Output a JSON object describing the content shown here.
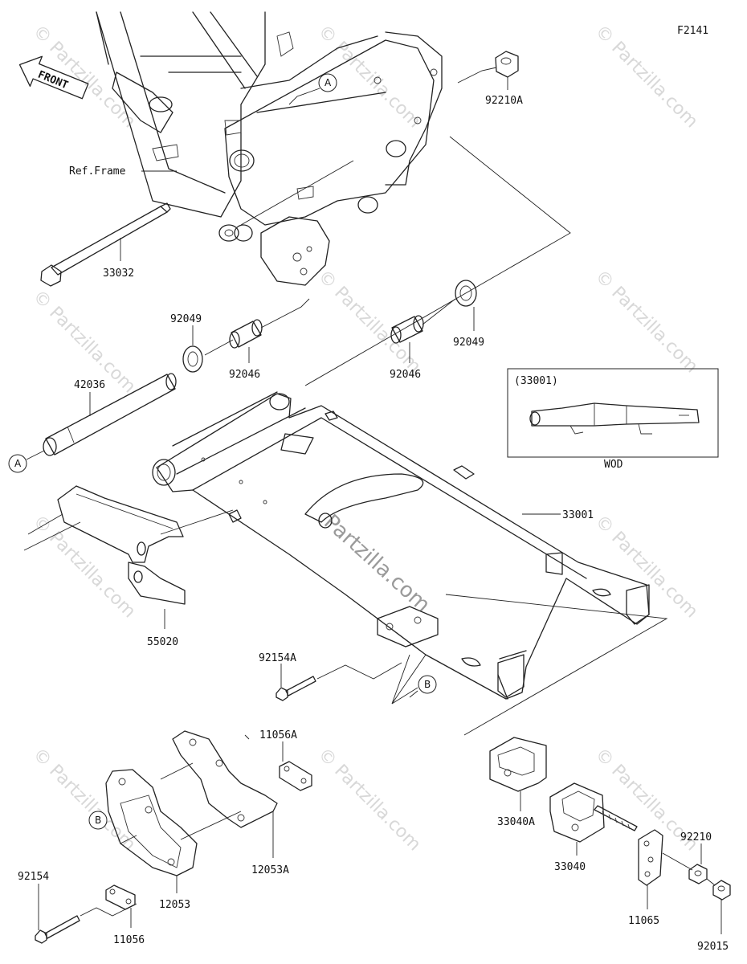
{
  "figure_id": "F2141",
  "front_label": "FRONT",
  "ref_label": "Ref.Frame",
  "inset": {
    "part": "(33001)",
    "caption": "WOD"
  },
  "ref_marks": {
    "a": "A",
    "b": "B"
  },
  "parts": {
    "p92210a": "92210A",
    "p33032": "33032",
    "p92049_left": "92049",
    "p92046_left": "92046",
    "p92049_right": "92049",
    "p92046_right": "92046",
    "p42036": "42036",
    "p33001": "33001",
    "p55020": "55020",
    "p92154a": "92154A",
    "p11056a": "11056A",
    "p12053a": "12053A",
    "p92154": "92154",
    "p12053": "12053",
    "p11056": "11056",
    "p33040a": "33040A",
    "p33040": "33040",
    "p11065": "11065",
    "p92210": "92210",
    "p92015": "92015"
  },
  "watermark": {
    "brand": "Partzilla.com",
    "small": "© Partzilla.com"
  }
}
